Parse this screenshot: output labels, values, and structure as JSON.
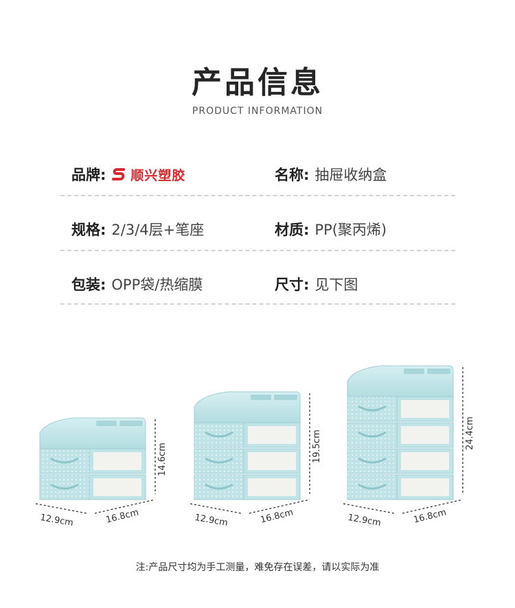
{
  "header": {
    "title": "产品信息",
    "subtitle": "PRODUCT INFORMATION"
  },
  "info": {
    "brand_label": "品牌:",
    "brand_name": "顺兴塑胶",
    "name_label": "名称:",
    "name_value": "抽屉收纳盒",
    "spec_label": "规格:",
    "spec_value": "2/3/4层+笔座",
    "material_label": "材质:",
    "material_value": "PP(聚丙烯)",
    "package_label": "包装:",
    "package_value": "OPP袋/热缩膜",
    "size_label": "尺寸:",
    "size_value": "见下图"
  },
  "products": [
    {
      "layers": 2,
      "depth": "12.9cm",
      "width": "16.8cm",
      "height": "14.6cm"
    },
    {
      "layers": 3,
      "depth": "12.9cm",
      "width": "16.8cm",
      "height": "19.5cm"
    },
    {
      "layers": 4,
      "depth": "12.9cm",
      "width": "16.8cm",
      "height": "24.4cm"
    }
  ],
  "colors": {
    "drawer_blue": "#bfe3e6",
    "brand_red": "#d7282f"
  },
  "footer": {
    "note": "注:产品尺寸均为手工测量，难免存在误差，请以实际为准"
  }
}
